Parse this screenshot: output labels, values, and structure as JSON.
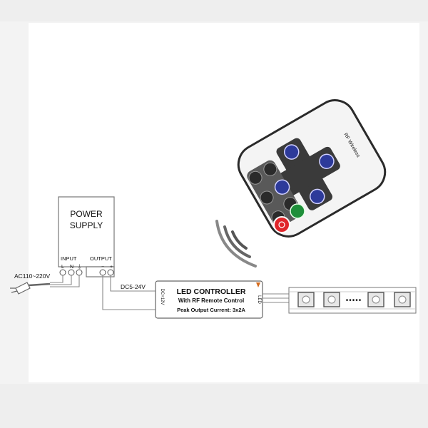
{
  "power_supply": {
    "title_line1": "POWER",
    "title_line2": "SUPPLY",
    "input_label": "INPUT",
    "output_label": "OUTPUT",
    "term_l": "L",
    "term_n": "N",
    "term_ground": "⏚",
    "term_minus": "−",
    "term_plus": "+"
  },
  "ac_label": "AC110~220V",
  "dc_label": "DC5-24V",
  "controller": {
    "title": "LED CONTROLLER",
    "subtitle": "With RF Remote Control",
    "spec": "Peak Output Current: 3x2A",
    "side_left": "DC+12V",
    "side_right": "LED",
    "accent_color": "#d46a1c"
  },
  "remote": {
    "brand": "RF Wireless",
    "body_color": "#f4f4f4",
    "blue_color": "#2d3a9a",
    "dark_color": "#333333",
    "power_color": "#e0262b",
    "green_color": "#1f8f3a",
    "pad_icons": [
      "brightness-up-icon",
      "speed-up-icon",
      "brightness-down-icon",
      "speed-down-icon"
    ],
    "mode_icons": [
      "mode-1-icon",
      "mode-2-icon",
      "mode-3-icon",
      "mode-4-icon",
      "mode-5-icon",
      "mode-6-icon"
    ]
  },
  "led_strip": {
    "ellipsis": "•••••"
  }
}
